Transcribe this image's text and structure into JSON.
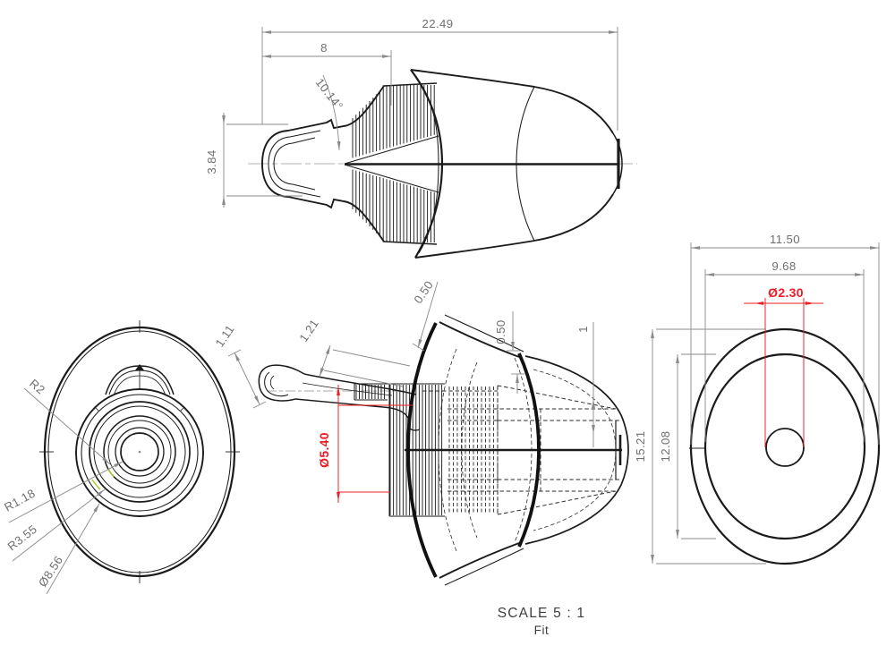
{
  "footer": {
    "scale_label": "SCALE 5 : 1",
    "view_label": "Fit"
  },
  "colors": {
    "background": "#ffffff",
    "drawing_line": "#1b1b1b",
    "dimension_line": "#8a8a8a",
    "dimension_text": "#6f6f6f",
    "highlight_dimension": "#ed1c24",
    "selection_highlight": "#b4c832"
  },
  "views": {
    "side_view": {
      "dims": {
        "overall_length": "22.49",
        "stem_length": "8",
        "taper_angle": "10.14°",
        "tip_height": "3.84"
      }
    },
    "front_view": {
      "dims": {
        "tab_radius": "R2",
        "bore_radius": "R1.18",
        "hub_radius": "R3.55",
        "ring_diameter": "Ø8.56"
      }
    },
    "section_view": {
      "dims": {
        "tip_thickness": "1.11",
        "wing_thickness": "1.21",
        "flange_thickness": "0.50",
        "wall_gap": "0.50",
        "shoulder_depth": "1",
        "stem_bore_diameter": "Ø5.40"
      }
    },
    "back_view": {
      "dims": {
        "outer_width": "11.50",
        "inner_width": "9.68",
        "nozzle_bore_diameter": "Ø2.30",
        "outer_height": "15.21",
        "inner_height": "12.08"
      }
    }
  }
}
